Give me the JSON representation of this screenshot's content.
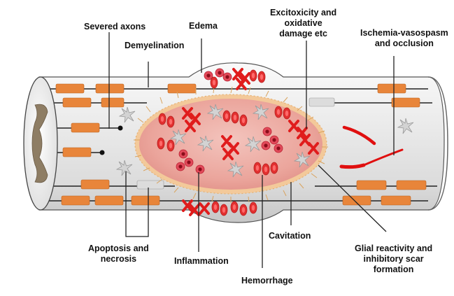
{
  "labels": {
    "severed_axons": "Severed axons",
    "edema": "Edema",
    "excitoxicity_line1": "Excitoxicity and",
    "excitoxicity_line2": "oxidative",
    "excitoxicity_line3": "damage etc",
    "ischemia_line1": "Ischemia-vasospasm",
    "ischemia_line2": "and occlusion",
    "demyelination": "Demyelination",
    "apoptosis_line1": "Apoptosis and",
    "apoptosis_line2": "necrosis",
    "inflammation": "Inflammation",
    "hemorrhage": "Hemorrhage",
    "cavitation": "Cavitation",
    "glial_line1": "Glial reactivity and",
    "glial_line2": "inhibitory scar",
    "glial_line3": "formation"
  },
  "colors": {
    "cord_body": "#e6e6e6",
    "cord_end": "#f4f4f4",
    "myelin": "#e8853a",
    "lesion": "#e8a29a",
    "lesion_border": "#f3c99a",
    "rbc": "#e83a3a",
    "marker_x": "#e01c1c",
    "grey_matter": "#8e7d64",
    "vessel": "#e00f0f",
    "glia": "#c8c8c8"
  }
}
